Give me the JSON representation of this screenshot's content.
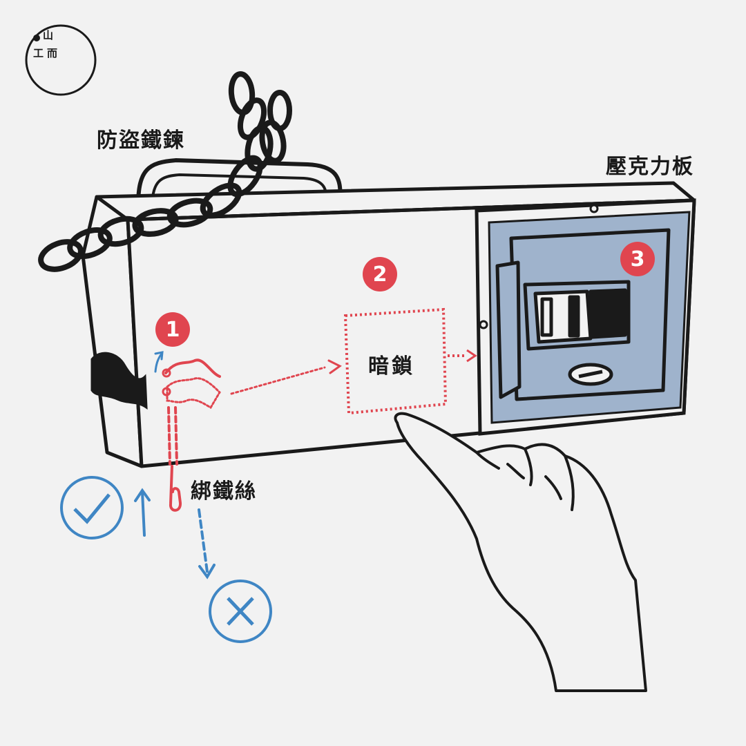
{
  "logo": {
    "top_glyph": "山",
    "left_glyph": "工",
    "right_glyph": "而"
  },
  "labels": {
    "chain": "防盜鐵鍊",
    "acrylic": "壓克力板",
    "hidden_lock": "暗鎖",
    "wire": "綁鐵絲"
  },
  "badges": [
    "1",
    "2",
    "3"
  ],
  "colors": {
    "background": "#f2f2f2",
    "ink": "#1a1a1a",
    "accent_red": "#e0454f",
    "accent_blue": "#3f86c4",
    "acrylic_panel": "#9fb3cc"
  }
}
